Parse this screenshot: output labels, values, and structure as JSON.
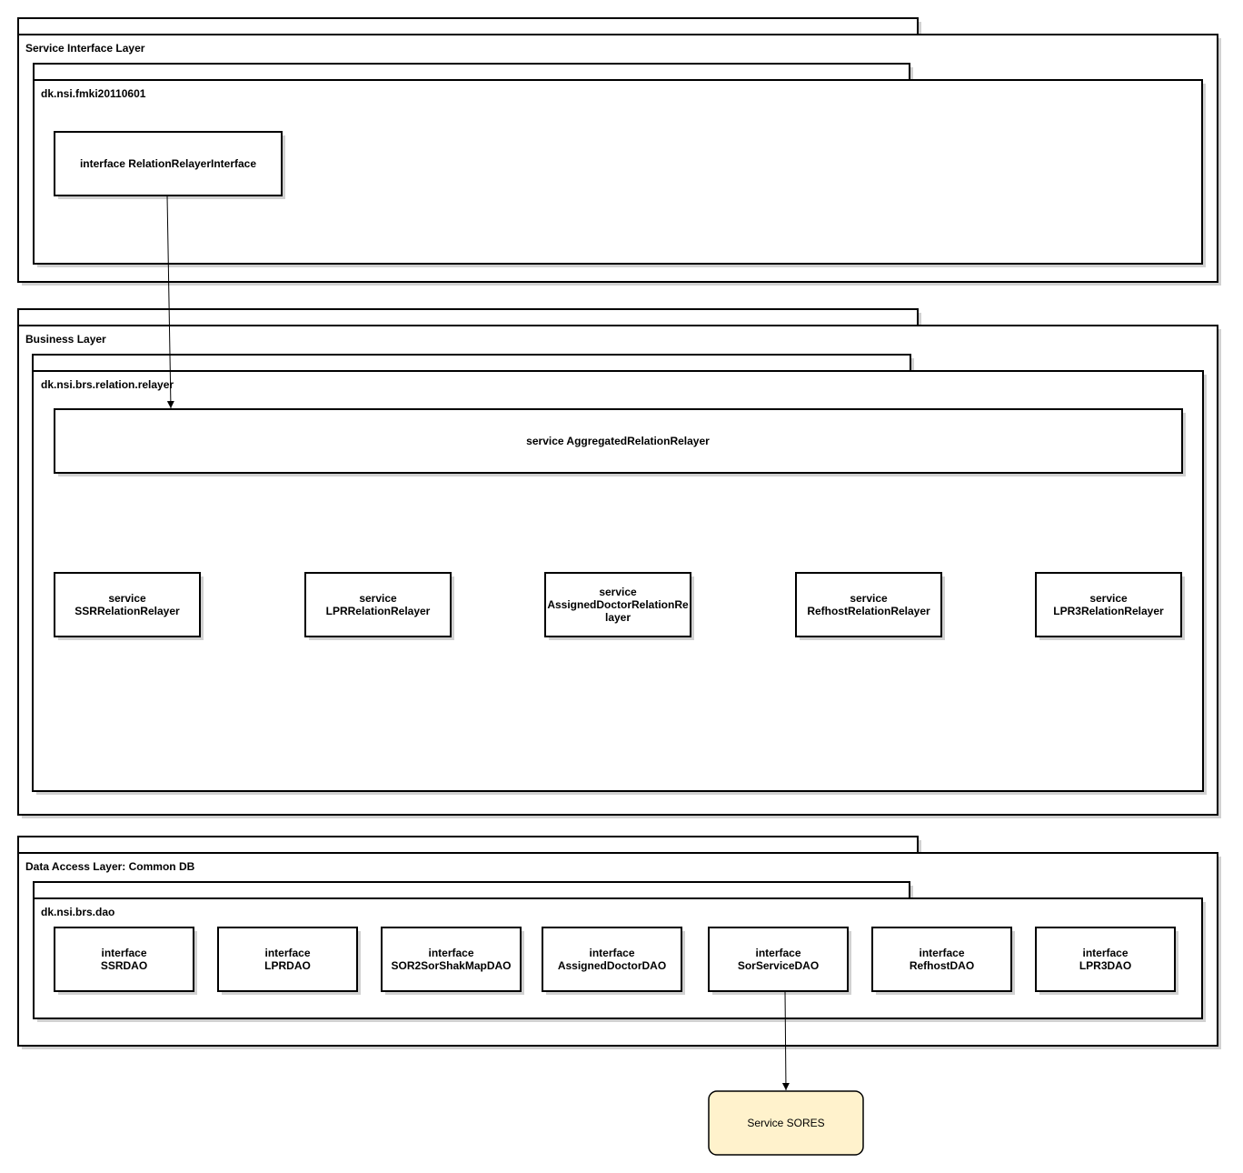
{
  "layers": {
    "service_interface": {
      "title": "Service Interface Layer"
    },
    "business": {
      "title": "Business Layer"
    },
    "data_access": {
      "title": "Data Access Layer: Common DB"
    }
  },
  "packages": {
    "fmki": {
      "title": "dk.nsi.fmki20110601"
    },
    "relayer": {
      "title": "dk.nsi.brs.relation.relayer"
    },
    "dao": {
      "title": "dk.nsi.brs.dao"
    }
  },
  "interface_box": {
    "label": "interface RelationRelayerInterface"
  },
  "aggregated_service": {
    "label": "service AggregatedRelationRelayer"
  },
  "services": [
    {
      "lines": [
        "service",
        "SSRRelationRelayer"
      ]
    },
    {
      "lines": [
        "service",
        "LPRRelationRelayer"
      ]
    },
    {
      "lines": [
        "service",
        "AssignedDoctorRelationRe",
        "layer"
      ]
    },
    {
      "lines": [
        "service",
        "RefhostRelationRelayer"
      ]
    },
    {
      "lines": [
        "service",
        "LPR3RelationRelayer"
      ]
    }
  ],
  "daos": [
    {
      "lines": [
        "interface",
        "SSRDAO"
      ]
    },
    {
      "lines": [
        "interface",
        "LPRDAO"
      ]
    },
    {
      "lines": [
        "interface",
        "SOR2SorShakMapDAO"
      ]
    },
    {
      "lines": [
        "interface",
        "AssignedDoctorDAO"
      ]
    },
    {
      "lines": [
        "interface",
        "SorServiceDAO"
      ]
    },
    {
      "lines": [
        "interface",
        "RefhostDAO"
      ]
    },
    {
      "lines": [
        "interface",
        "LPR3DAO"
      ]
    }
  ],
  "external_service": {
    "label": "Service SORES"
  },
  "colors": {
    "external_fill": "#fff2cc",
    "stroke": "#000000",
    "shadow": "#b3b3b3"
  }
}
